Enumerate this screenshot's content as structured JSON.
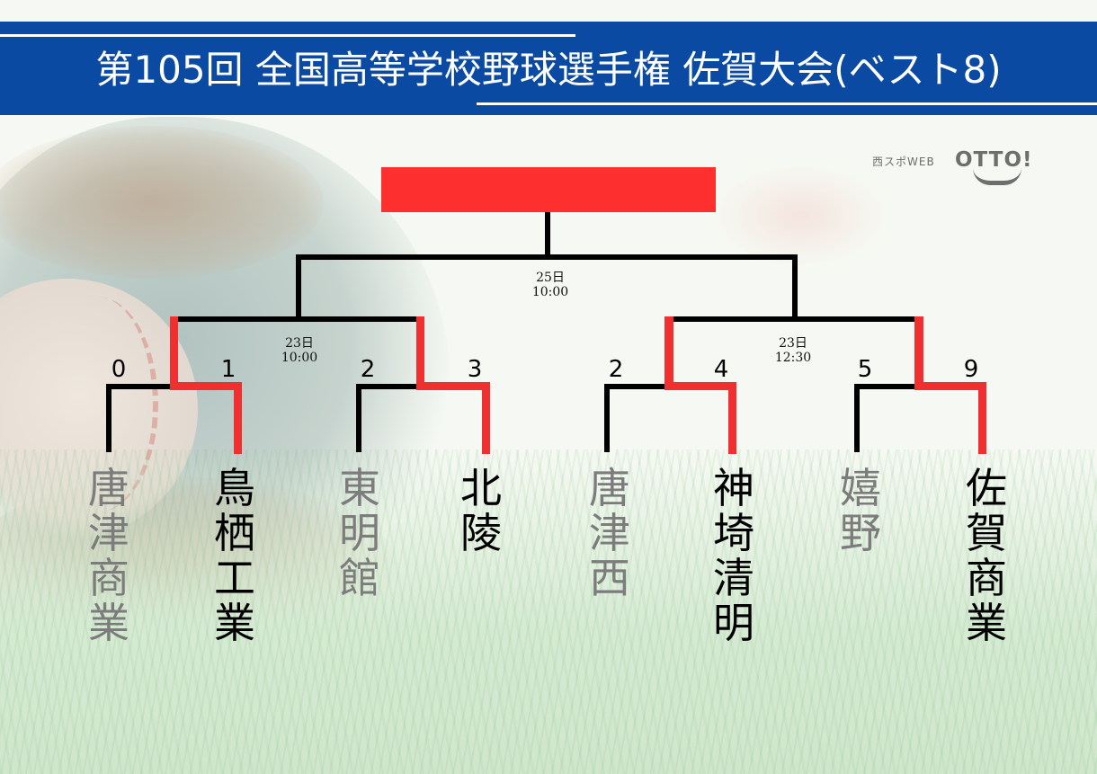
{
  "header": {
    "title": "第105回 全国高等学校野球選手権 佐賀大会(ベスト8)",
    "band_color": "#0a4aa3"
  },
  "logo": {
    "prefix": "西スポWEB",
    "brand": "OTTO!"
  },
  "colors": {
    "winner_line": "#f03030",
    "loser_line": "#000000",
    "champion_box": "#fe2f2f",
    "winner_text": "#000000",
    "loser_text": "#7c7c7c"
  },
  "bracket": {
    "final": {
      "date": "25日",
      "time": "10:00",
      "champion": ""
    },
    "semifinals": [
      {
        "date": "23日",
        "time": "10:00"
      },
      {
        "date": "23日",
        "time": "12:30"
      }
    ],
    "quarterfinals": [
      {
        "teams": [
          {
            "name": "唐津商業",
            "score": "0",
            "winner": false
          },
          {
            "name": "鳥栖工業",
            "score": "1",
            "winner": true
          }
        ]
      },
      {
        "teams": [
          {
            "name": "東明館",
            "score": "2",
            "winner": false
          },
          {
            "name": "北陵",
            "score": "3",
            "winner": true
          }
        ]
      },
      {
        "teams": [
          {
            "name": "唐津西",
            "score": "2",
            "winner": false
          },
          {
            "name": "神埼清明",
            "score": "4",
            "winner": true
          }
        ]
      },
      {
        "teams": [
          {
            "name": "嬉野",
            "score": "5",
            "winner": false
          },
          {
            "name": "佐賀商業",
            "score": "9",
            "winner": true
          }
        ]
      }
    ]
  }
}
